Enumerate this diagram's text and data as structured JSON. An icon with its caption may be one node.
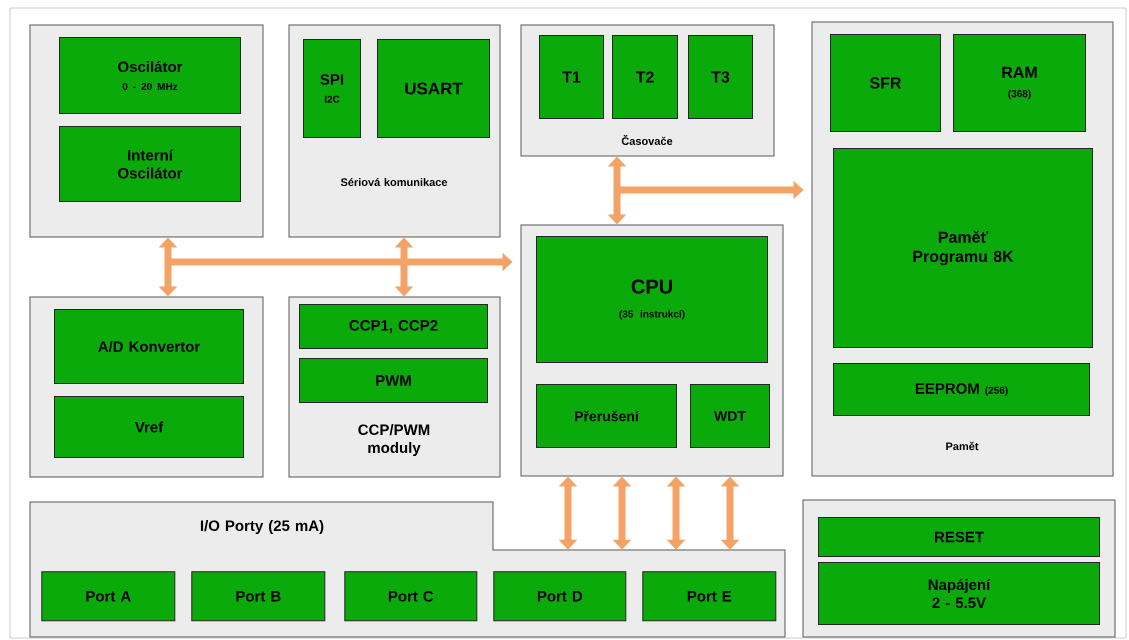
{
  "diagram": {
    "nodes": [
      {
        "text": [],
        "shape": "box"
      },
      {
        "text": [
          "Oscilátor",
          "0 - 20 MHz"
        ],
        "in": 0
      },
      {
        "text": [
          "Interní Oscilátor"
        ],
        "in": 0
      },
      {
        "text": [
          "Sériová komunikace"
        ]
      },
      {
        "text": [
          "SPI",
          "I2C"
        ],
        "in": 3
      },
      {
        "text": [
          "USART"
        ],
        "in": 3
      },
      {
        "text": [
          "Časovače"
        ]
      },
      {
        "text": [
          "T1"
        ],
        "in": 6
      },
      {
        "text": [
          "T2"
        ],
        "in": 6
      },
      {
        "text": [
          "T3"
        ],
        "in": 6
      },
      {
        "text": [
          "Pamět"
        ]
      },
      {
        "text": [
          "SFR"
        ],
        "in": 10
      },
      {
        "text": [
          "RAM",
          "(368)"
        ],
        "in": 10
      },
      {
        "text": [
          "Paměť Programu 8K"
        ],
        "in": 10
      },
      {
        "text": [
          "EEPROM",
          "(256)"
        ],
        "in": 10
      },
      {
        "text": [],
        "shape": "box"
      },
      {
        "text": [
          "CPU",
          "(35 instrukcí)"
        ],
        "in": 15
      },
      {
        "text": [
          "Přerušení"
        ],
        "in": 15
      },
      {
        "text": [
          "WDT"
        ],
        "in": 15
      },
      {
        "text": [],
        "shape": "box"
      },
      {
        "text": [
          "A/D Konvertor"
        ],
        "in": 19
      },
      {
        "text": [
          "Vref"
        ],
        "in": 19
      },
      {
        "text": [
          "CCP/PWM moduly"
        ]
      },
      {
        "text": [
          "CCP1, CCP2"
        ],
        "in": 22
      },
      {
        "text": [
          "PWM"
        ],
        "in": 22
      },
      {
        "text": [
          "I/O Porty (25 mA)"
        ]
      },
      {
        "text": [
          "Port A"
        ],
        "in": 25
      },
      {
        "text": [
          "Port B"
        ],
        "in": 25
      },
      {
        "text": [
          "Port C"
        ],
        "in": 25
      },
      {
        "text": [
          "Port D"
        ],
        "in": 25
      },
      {
        "text": [
          "Port E"
        ],
        "in": 25
      },
      {
        "text": [],
        "shape": "box"
      },
      {
        "text": [
          "RESET"
        ],
        "in": 31
      },
      {
        "text": [
          "Napájení 2 - 5.5V"
        ],
        "in": 31
      }
    ],
    "edges": [
      {
        "from": 0,
        "to": 19,
        "arrow": "both"
      },
      {
        "from": 3,
        "to": 22,
        "arrow": "both"
      },
      {
        "from": null,
        "to": 15,
        "arrow": "to"
      },
      {
        "from": 6,
        "to": 15,
        "arrow": "both"
      },
      {
        "from": null,
        "to": 10,
        "arrow": "to"
      },
      {
        "from": 15,
        "to": 25,
        "arrow": "both"
      },
      {
        "from": 15,
        "to": 25,
        "arrow": "both"
      },
      {
        "from": 15,
        "to": 25,
        "arrow": "both"
      },
      {
        "from": 15,
        "to": 25,
        "arrow": "both"
      }
    ]
  }
}
